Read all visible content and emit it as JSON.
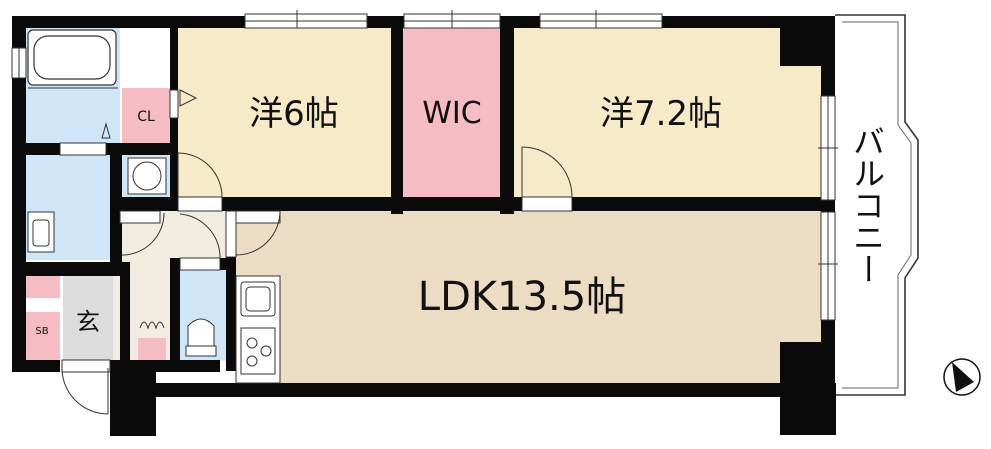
{
  "rooms": {
    "western_a": "洋6帖",
    "wic": "WIC",
    "western_b": "洋7.2帖",
    "ldk": "LDK13.5帖",
    "closet": "CL",
    "entrance": "玄",
    "shoe_box": "SB"
  },
  "balcony_label": "バルコニー",
  "colors": {
    "western": "#F6EAC8",
    "wic": "#F5BCC4",
    "ldk": "#EDDCC4",
    "wet_area": "#CFE6F8",
    "hall": "#F2ECE0",
    "entrance": "#DCDCDC",
    "storage": "#F5BCC4",
    "wall": "#0a0a0a"
  },
  "icons": [
    "bathtub-icon",
    "washer-icon",
    "washbasin-icon",
    "toilet-icon",
    "sink-icon",
    "stove-icon",
    "north-arrow-icon"
  ]
}
